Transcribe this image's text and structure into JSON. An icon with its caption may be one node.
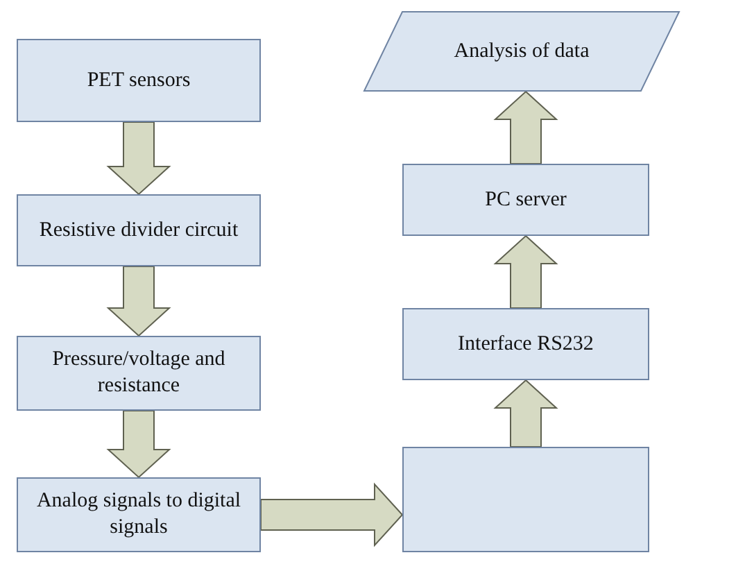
{
  "diagram": {
    "nodes": [
      {
        "text": [
          "PET sensors"
        ]
      },
      {
        "text": [
          "Resistive divider circuit"
        ]
      },
      {
        "text": [
          "Pressure/voltage and resistance"
        ]
      },
      {
        "text": [
          "Analog signals to digital signals"
        ]
      },
      {
        "text": [],
        "shape": "box"
      },
      {
        "text": [
          "Interface RS232"
        ]
      },
      {
        "text": [
          "PC server"
        ]
      },
      {
        "text": [
          "Analysis of data"
        ]
      }
    ],
    "edges": [
      {
        "from": 0,
        "to": 1,
        "arrow": "to"
      },
      {
        "from": 1,
        "to": 2,
        "arrow": "to"
      },
      {
        "from": 2,
        "to": 3,
        "arrow": "to"
      },
      {
        "from": 3,
        "to": 4,
        "arrow": "to"
      },
      {
        "from": 4,
        "to": 5,
        "arrow": "to"
      },
      {
        "from": 5,
        "to": 6,
        "arrow": "to"
      },
      {
        "from": 6,
        "to": 7,
        "arrow": "to"
      }
    ]
  }
}
